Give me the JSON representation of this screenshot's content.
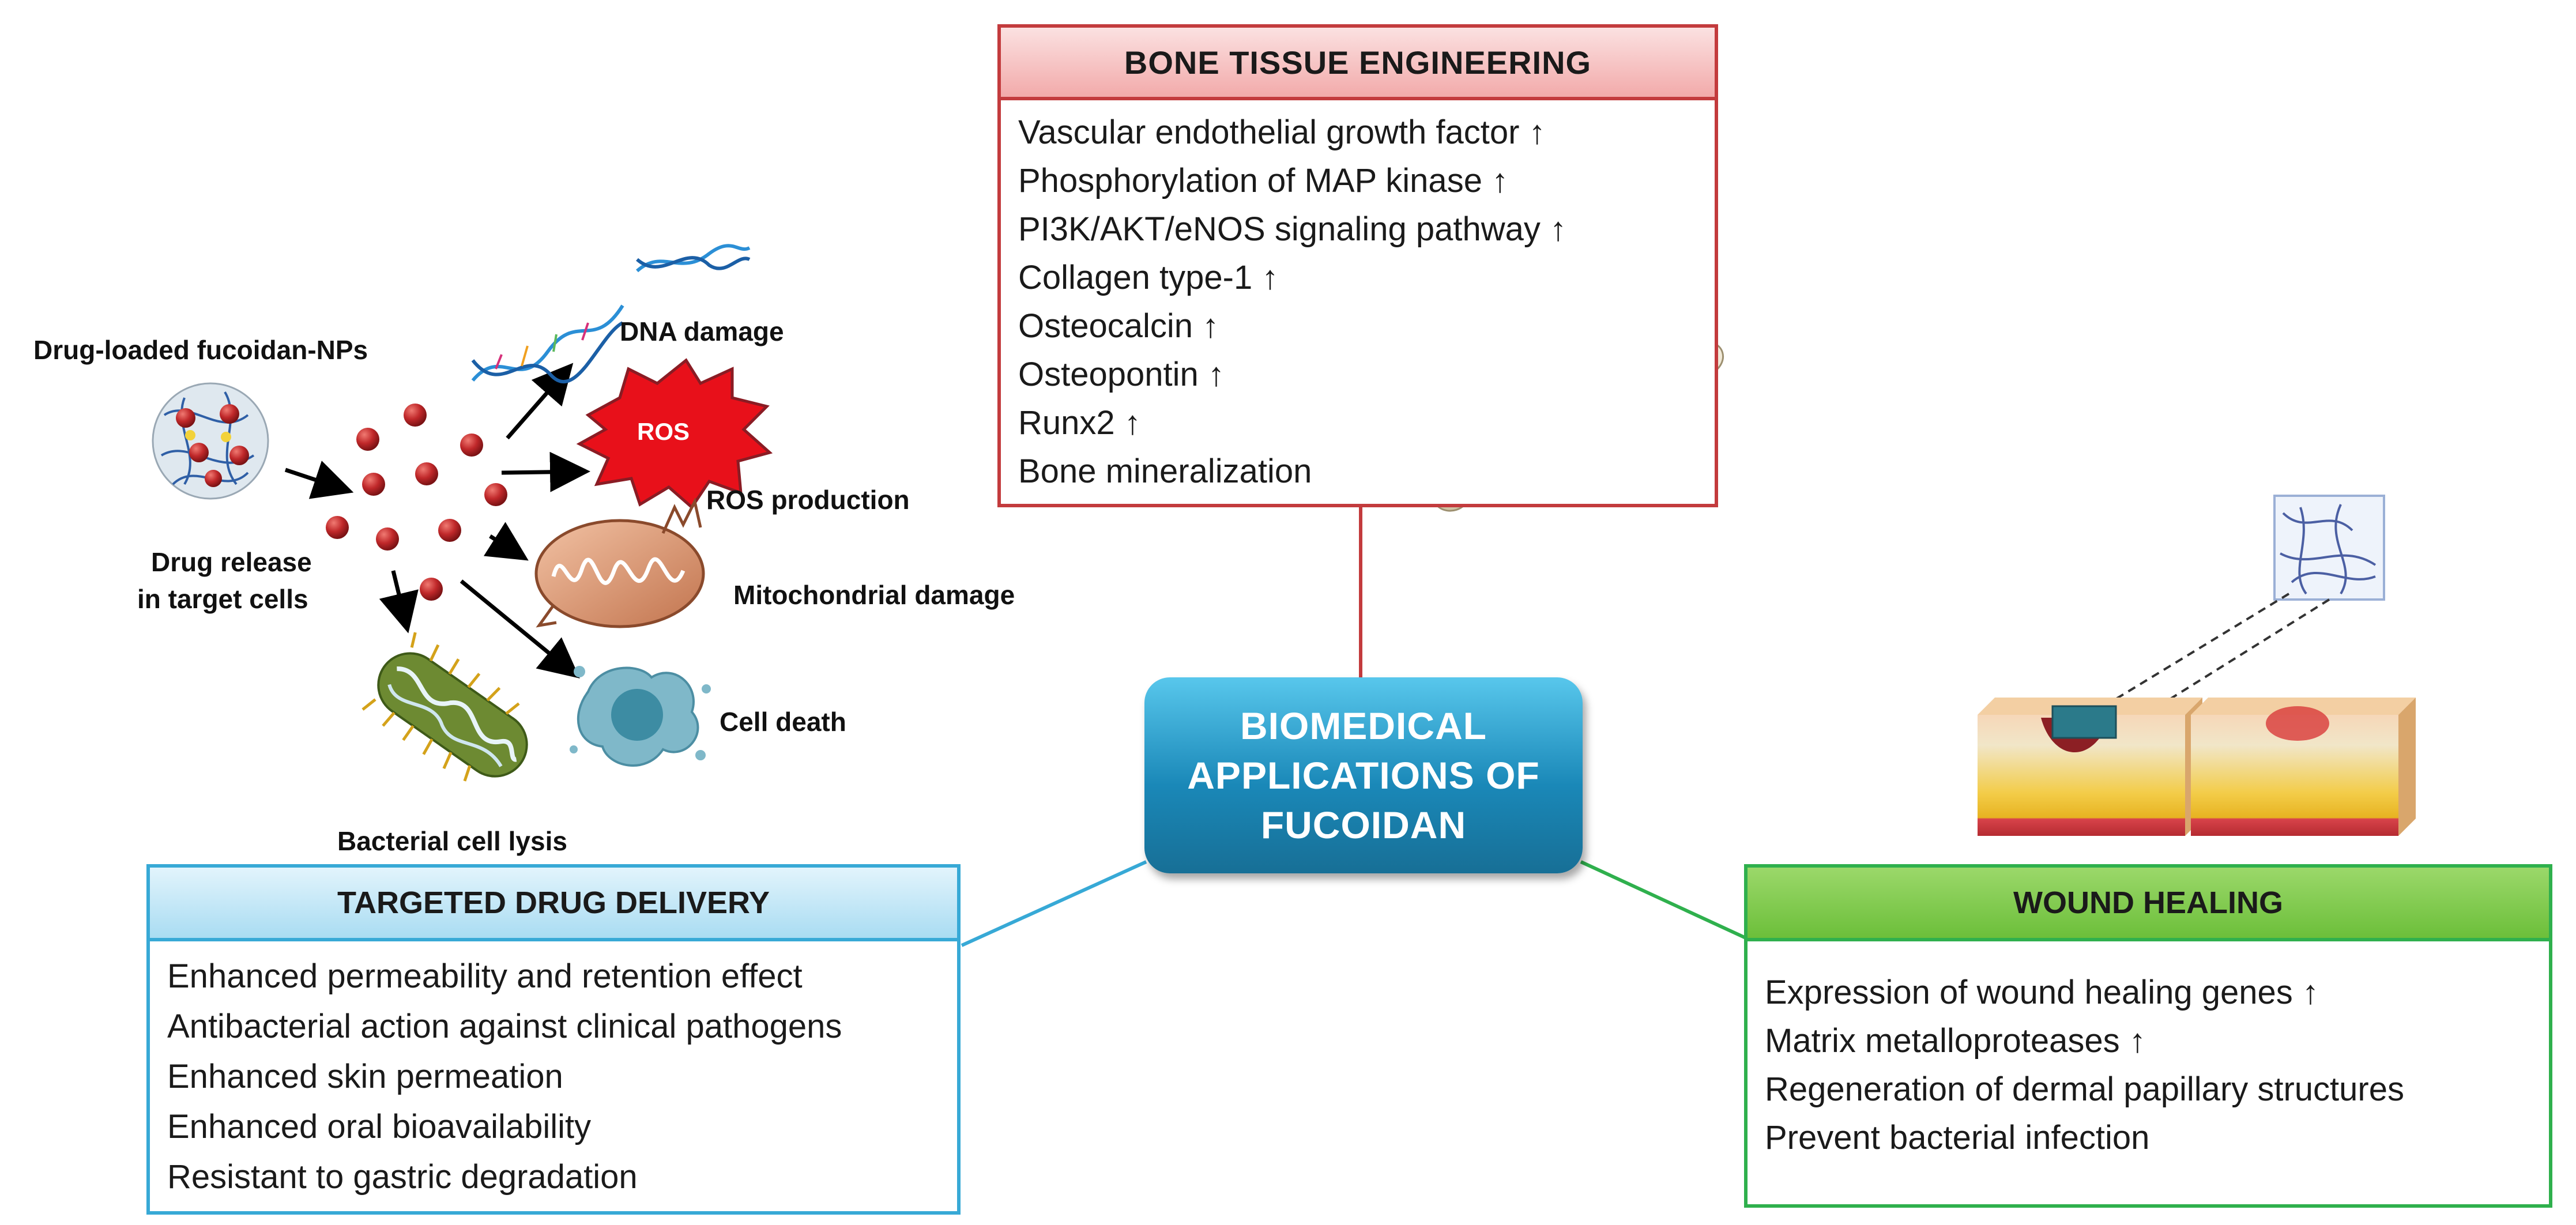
{
  "center": {
    "line1": "BIOMEDICAL",
    "line2": "APPLICATIONS OF",
    "line3": "FUCOIDAN"
  },
  "bone": {
    "title": "BONE TISSUE ENGINEERING",
    "items": [
      "Vascular endothelial growth factor ↑",
      "Phosphorylation of MAP kinase  ↑",
      "PI3K/AKT/eNOS signaling pathway ↑",
      "Collagen type-1 ↑",
      "Osteocalcin ↑",
      "Osteopontin ↑",
      "Runx2 ↑",
      "Bone mineralization"
    ]
  },
  "drug": {
    "title": "TARGETED DRUG DELIVERY",
    "items": [
      "Enhanced permeability and retention effect",
      "Antibacterial action against clinical pathogens",
      "Enhanced skin permeation",
      "Enhanced oral bioavailability",
      "Resistant to gastric degradation"
    ]
  },
  "wound": {
    "title": "WOUND HEALING",
    "items": [
      "Expression of wound healing genes ↑",
      "Matrix metalloproteases ↑",
      "Regeneration of dermal papillary structures",
      "Prevent bacterial infection"
    ]
  },
  "mechanism": {
    "nps_label": "Drug-loaded fucoidan-NPs",
    "release_label_1": "Drug release",
    "release_label_2": "in target cells",
    "dna_label": "DNA damage",
    "ros_badge": "ROS",
    "ros_label": "ROS production",
    "mito_label": "Mitochondrial damage",
    "death_label": "Cell death",
    "bacteria_label": "Bacterial cell lysis"
  },
  "colors": {
    "bone_border": "#c33b3d",
    "drug_border": "#37a9d6",
    "wound_border": "#2fb04d",
    "center_fill": "#1a88b8",
    "ros_fill": "#e8101a",
    "drug_particle": "#c0282a"
  },
  "icons": {
    "bone": "bone-scaffold-icon",
    "skin": "skin-wound-dressing-icon",
    "nanoparticle": "nanoparticle-icon",
    "dna": "dna-helix-icon",
    "mitochondria": "mitochondria-icon",
    "dead_cell": "dead-cell-icon",
    "bacterium": "bacterium-icon"
  }
}
